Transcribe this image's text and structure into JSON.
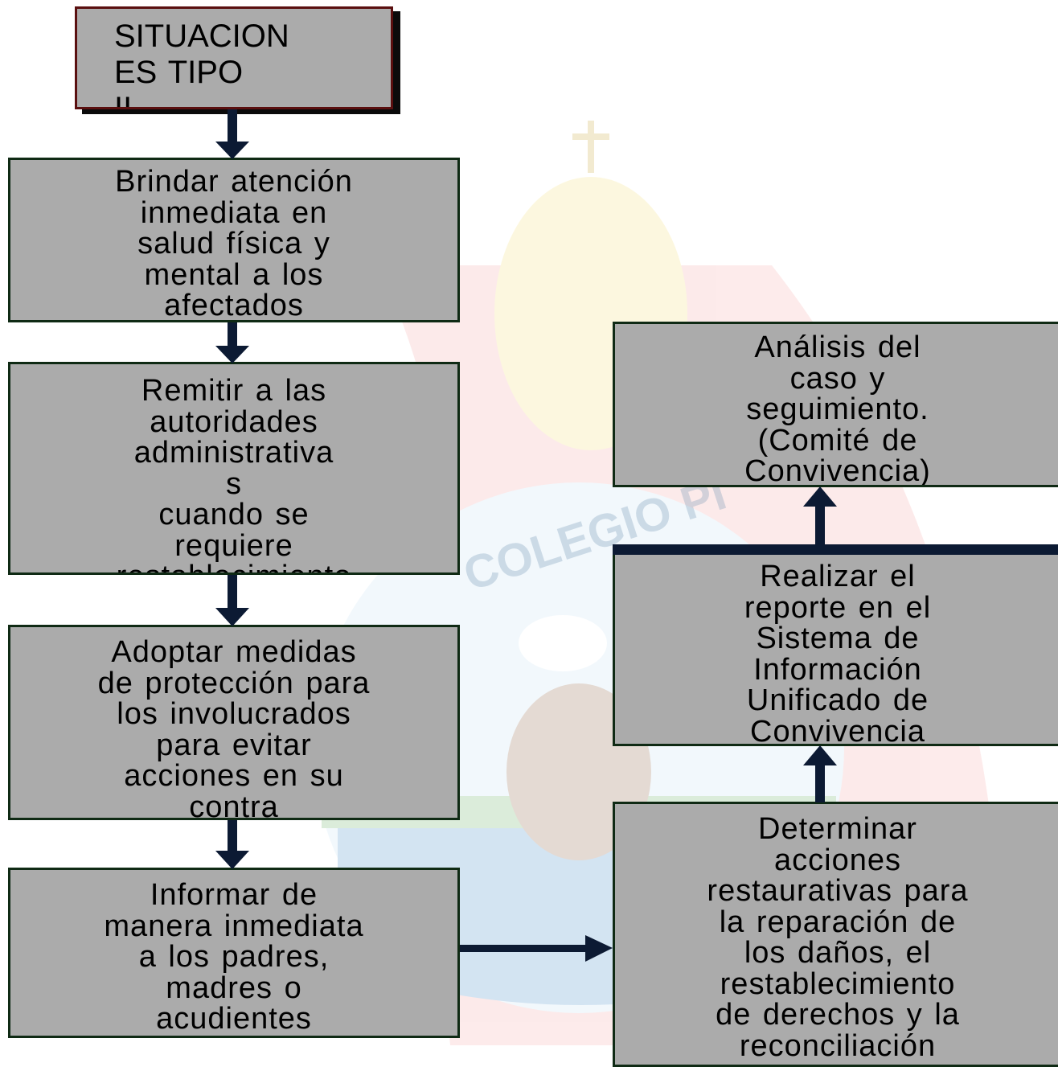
{
  "flow": {
    "title": "SITUACION\n     ES TIPO\n  II",
    "left_steps": [
      "Brindar atención\ninmediata en\nsalud física y\nmental a los\nafectados",
      "Remitir a las\nautoridades\nadministrativa\ns\ncuando se\nrequiere\nrestablecimiento",
      "Adoptar medidas\nde protección para\nlos involucrados\npara evitar\nacciones en su\ncontra",
      "Informar de\nmanera inmediata\na los padres,\nmadres o\nacudientes"
    ],
    "right_steps": [
      "Determinar\nacciones\nrestaurativas para\nla reparación de\nlos daños, el\nrestablecimiento\nde derechos y la\nreconciliación",
      "Realizar el\nreporte en el\nSistema de\nInformación\nUnificado de\nConvivencia",
      "Análisis del\ncaso y\nseguimiento.\n(Comité de\nConvivencia)"
    ]
  },
  "watermark": {
    "text": "COLEGIO PI"
  },
  "colors": {
    "box_fill": "#ababab",
    "box_border": "#0f2a14",
    "title_border": "#5a0f0f",
    "arrow": "#0c1a33"
  }
}
